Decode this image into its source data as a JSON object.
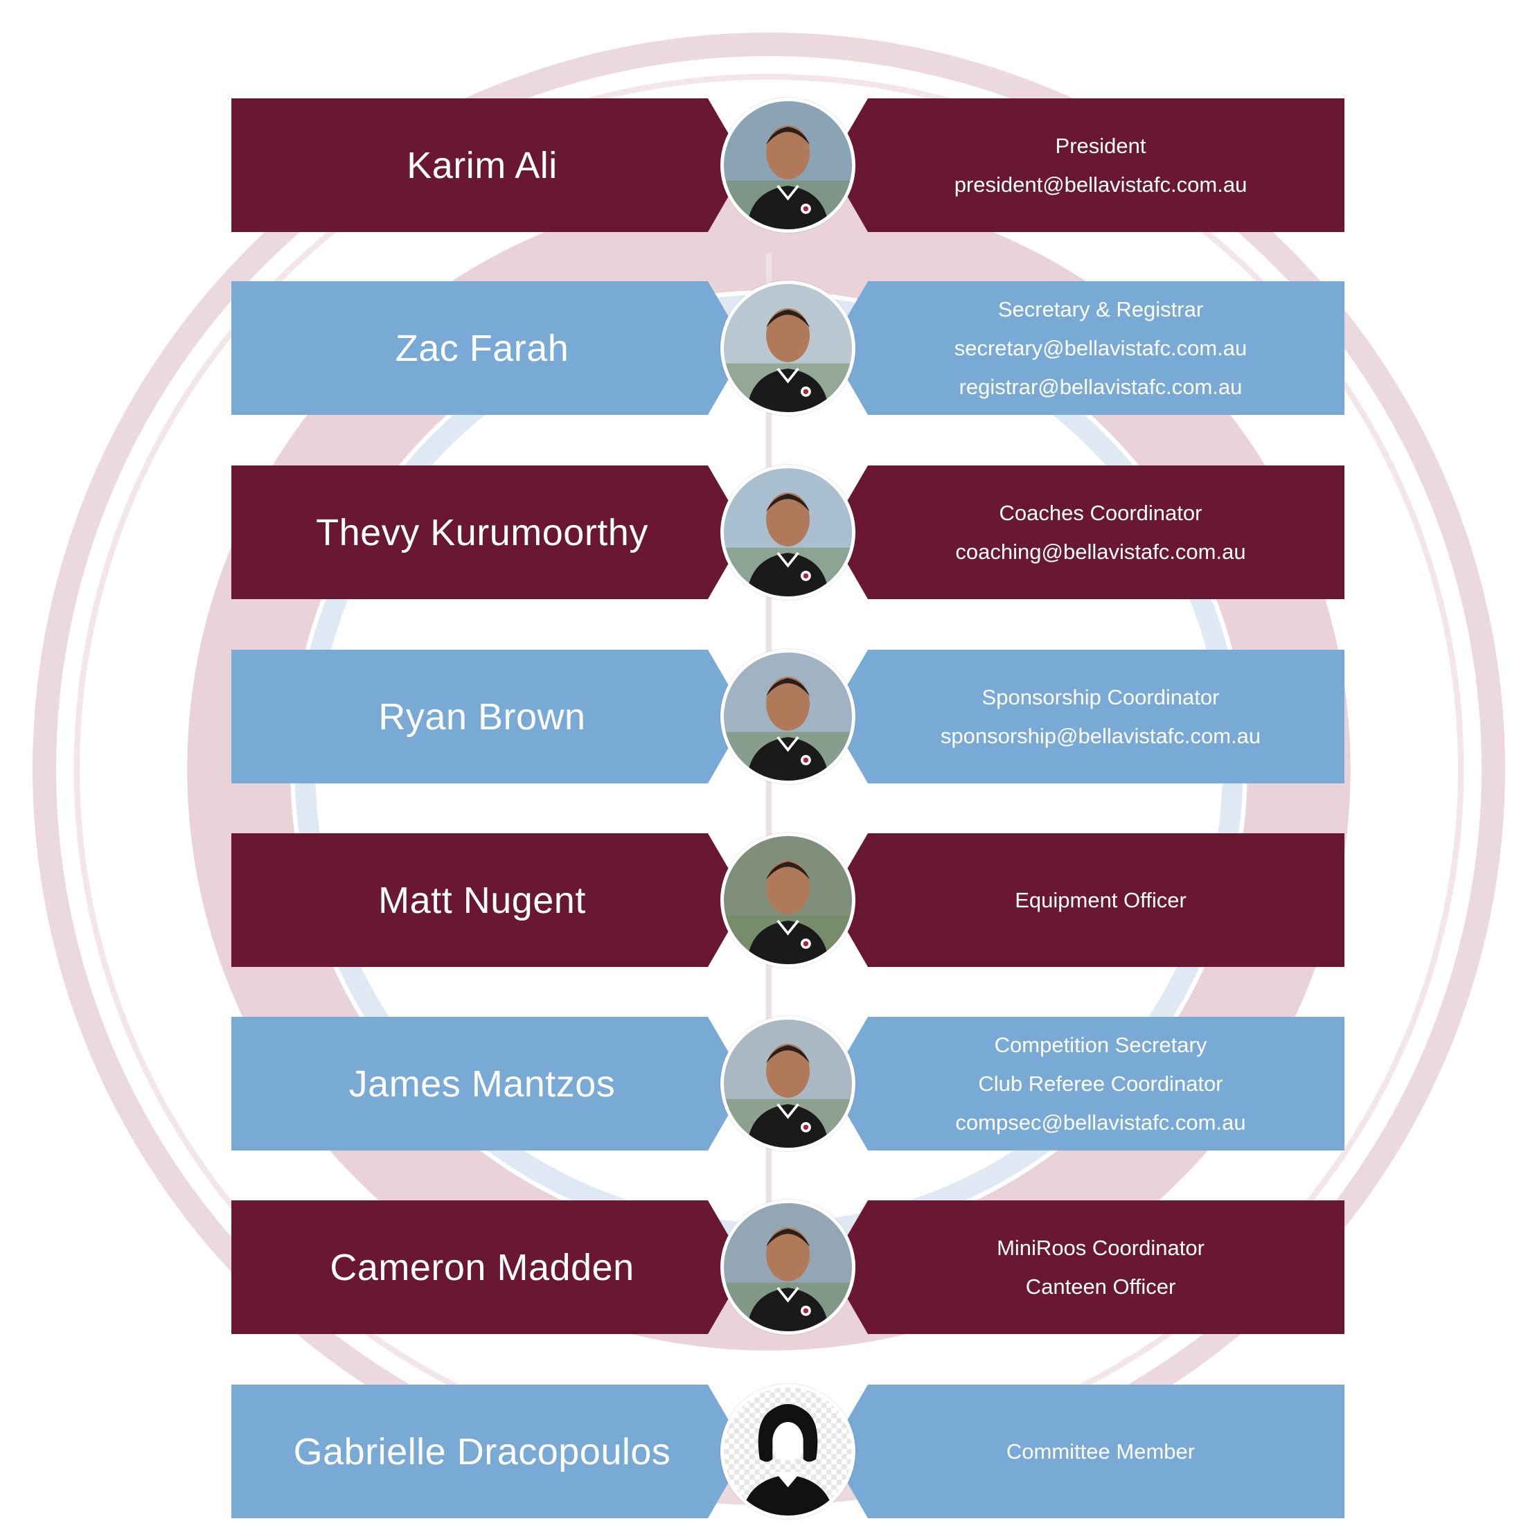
{
  "colors": {
    "maroon": "#6a1832",
    "blue": "#79aad5",
    "watermark": "#e7cfd6"
  },
  "members": [
    {
      "name": "Karim Ali",
      "theme": "maroon",
      "avatar_icon": "person-photo-icon",
      "lines": [
        "President",
        "president@bellavistafc.com.au"
      ]
    },
    {
      "name": "Zac Farah",
      "theme": "blue",
      "avatar_icon": "person-photo-icon",
      "lines": [
        "Secretary & Registrar",
        "secretary@bellavistafc.com.au",
        "registrar@bellavistafc.com.au"
      ]
    },
    {
      "name": "Thevy Kurumoorthy",
      "theme": "maroon",
      "avatar_icon": "person-photo-icon",
      "lines": [
        "Coaches Coordinator",
        "coaching@bellavistafc.com.au"
      ]
    },
    {
      "name": "Ryan Brown",
      "theme": "blue",
      "avatar_icon": "person-photo-icon",
      "lines": [
        "Sponsorship Coordinator",
        "sponsorship@bellavistafc.com.au"
      ]
    },
    {
      "name": "Matt Nugent",
      "theme": "maroon",
      "avatar_icon": "person-photo-icon",
      "lines": [
        "Equipment Officer"
      ]
    },
    {
      "name": "James Mantzos",
      "theme": "blue",
      "avatar_icon": "person-photo-icon",
      "lines": [
        "Competition Secretary",
        "Club Referee Coordinator",
        "compsec@bellavistafc.com.au"
      ]
    },
    {
      "name": "Cameron Madden",
      "theme": "maroon",
      "avatar_icon": "person-photo-icon",
      "lines": [
        "MiniRoos Coordinator",
        "Canteen Officer"
      ]
    },
    {
      "name": "Gabrielle Dracopoulos",
      "theme": "blue",
      "avatar_icon": "female-silhouette-icon",
      "lines": [
        "Committee Member"
      ]
    }
  ]
}
